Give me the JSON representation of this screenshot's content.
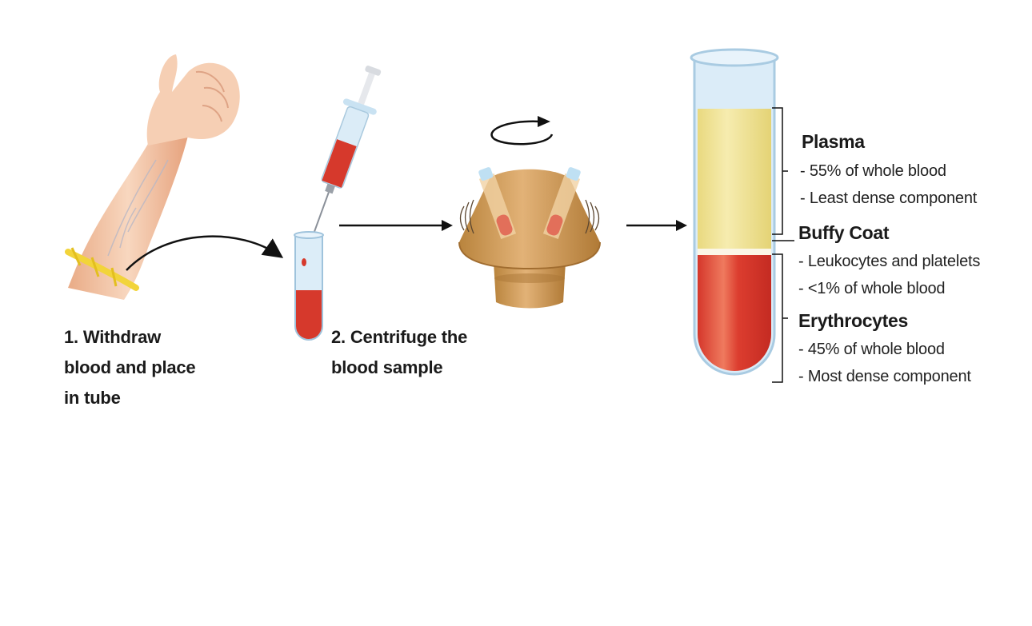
{
  "steps": [
    {
      "number": "1",
      "lines": [
        "1. Withdraw",
        "blood and place",
        "in tube"
      ]
    },
    {
      "number": "2",
      "lines": [
        "2. Centrifuge the",
        "blood sample"
      ]
    }
  ],
  "components": [
    {
      "name": "Plasma",
      "details": [
        "- 55% of whole blood",
        "- Least dense component"
      ],
      "color": "#f0e59a"
    },
    {
      "name": "Buffy Coat",
      "details": [
        "- Leukocytes and platelets",
        "- <1% of whole blood"
      ],
      "color": "#fbf6e6"
    },
    {
      "name": "Erythrocytes",
      "details": [
        "- 45% of whole blood",
        "- Most dense component"
      ],
      "color": "#d9362b"
    }
  ],
  "illustrations": {
    "arm": "arm-with-tourniquet-illustration",
    "syringe": "syringe-illustration",
    "sample_tube": "blood-sample-tube-illustration",
    "centrifuge": "centrifuge-illustration",
    "rotation": "rotation-arrow-icon",
    "separated_tube": "separated-blood-tube-illustration"
  },
  "colors": {
    "skin": "#f3c7a6",
    "tourniquet": "#f2d43a",
    "blood": "#d9362b",
    "plasma": "#f0e59a",
    "glass": "#cfe6f5",
    "centrifuge": "#c9964f"
  }
}
